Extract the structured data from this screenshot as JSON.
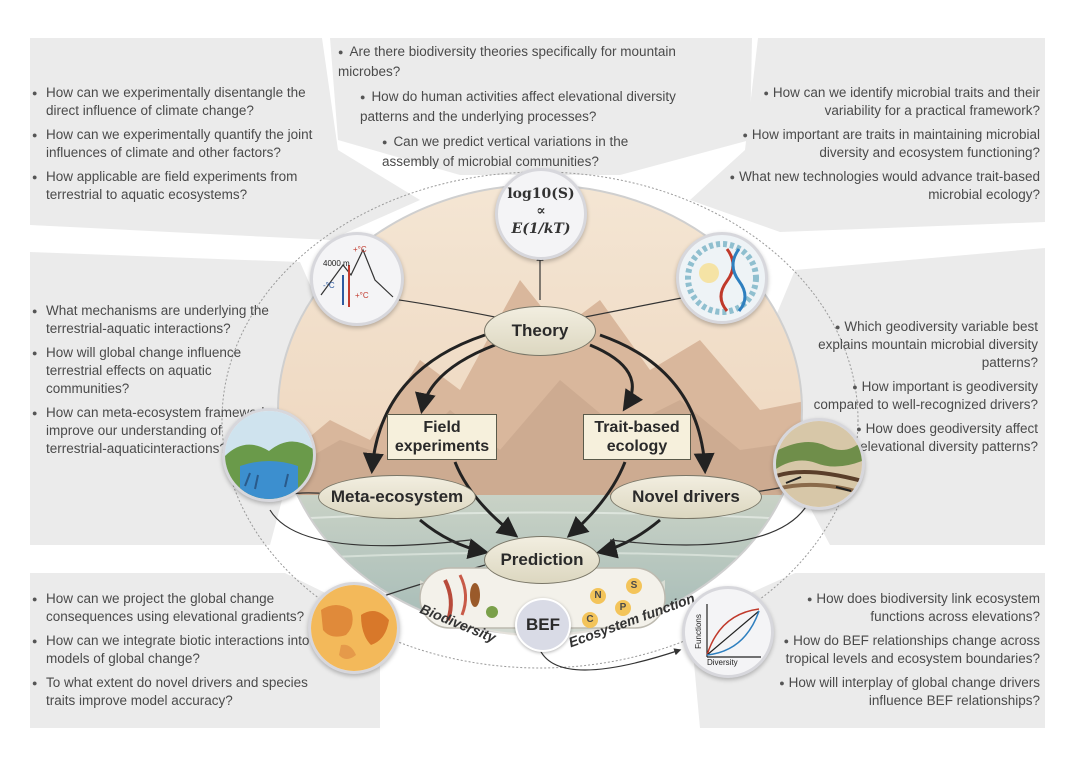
{
  "center": {
    "theory": "Theory",
    "field_experiments": "Field experiments",
    "trait_based_ecology": "Trait-based ecology",
    "meta_ecosystem": "Meta-ecosystem",
    "novel_drivers": "Novel drivers",
    "prediction": "Prediction",
    "bef": "BEF",
    "biodiversity": "Biodiversity",
    "ecosystem_function": "Ecosystem function",
    "equation_top": "log10(S)",
    "equation_mid": "∝",
    "equation_bottom": "E(1/kT)",
    "elevation_label": "4000 m",
    "temp_plus": "+°C",
    "temp_minus": "-°C",
    "temp_plus2": "+°C",
    "bef_x_axis": "Diversity",
    "bef_y_axis": "Functions",
    "nutrient_n": "N",
    "nutrient_s": "S",
    "nutrient_p": "P",
    "nutrient_c": "C"
  },
  "panels": {
    "top": [
      "Are there biodiversity theories specifically for mountain microbes?",
      "How do human activities affect elevational diversity patterns and the underlying processes?",
      "Can we predict vertical variations in the assembly of microbial communities?"
    ],
    "top_left": [
      "How can we experimentally disentangle the direct influence of climate change?",
      "How can we experimentally quantify the joint influences of climate and other factors?",
      "How applicable are field experiments from terrestrial to aquatic ecosystems?"
    ],
    "top_right": [
      "How can we identify microbial traits and their variability for a practical framework?",
      "How important are traits in maintaining microbial diversity and ecosystem functioning?",
      "What new technologies would advance trait-based microbial ecology?"
    ],
    "mid_left": [
      "What mechanisms are underlying the terrestrial-aquatic interactions?",
      "How will global change influence terrestrial effects on aquatic communities?",
      "How can meta-ecosystem frameworks improve our understanding of terrestrial-aquaticinteractions?"
    ],
    "mid_right": [
      "Which geodiversity variable best explains mountain microbial diversity patterns?",
      "How important is geodiversity compared to well-recognized drivers?",
      "How does geodiversity affect elevational diversity patterns?"
    ],
    "bottom_left": [
      "How can we project the global change consequences using elevational gradients?",
      "How can we integrate biotic interactions into models of global change?",
      "To what extent do novel drivers and species traits improve model accuracy?"
    ],
    "bottom_right": [
      "How does biodiversity link ecosystem functions across elevations?",
      "How do BEF relationships change across tropical levels and ecosystem boundaries?",
      "How will interplay of global change drivers influence BEF relationships?"
    ]
  },
  "colors": {
    "panel_bg": "#ebebeb",
    "ellipse_fill": "#e8e4d2",
    "sky": "#f0dcc4",
    "mountain": "#d7b59a",
    "water": "#b9c8c4"
  }
}
